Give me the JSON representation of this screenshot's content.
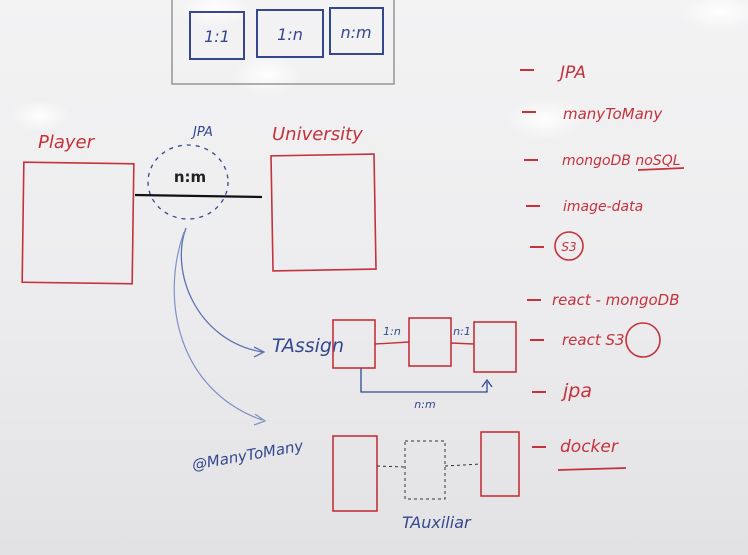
{
  "whiteboard": {
    "legend_boxes": [
      "1:1",
      "1:n",
      "n:m"
    ],
    "entities": {
      "left": "Player",
      "right": "University"
    },
    "relation": {
      "annotation": "JPA",
      "label": "n:m"
    },
    "join_table_labels": {
      "assign": "TAssign",
      "auxiliar": "TAuxiliar",
      "annotation": "@ManyToMany",
      "rel_1n": "1:n",
      "rel_n1": "n:1",
      "rel_nm": "n:m"
    },
    "todo_list": [
      "JPA",
      "manyToMany",
      "mongoDB noSQL",
      "image-data",
      "S3",
      "react - mongoDB",
      "react S3",
      "jpa",
      "docker"
    ],
    "colors": {
      "red_marker": "#c4323b",
      "blue_marker": "#34488f",
      "black_marker": "#222222",
      "board": "#eeeeef"
    }
  }
}
